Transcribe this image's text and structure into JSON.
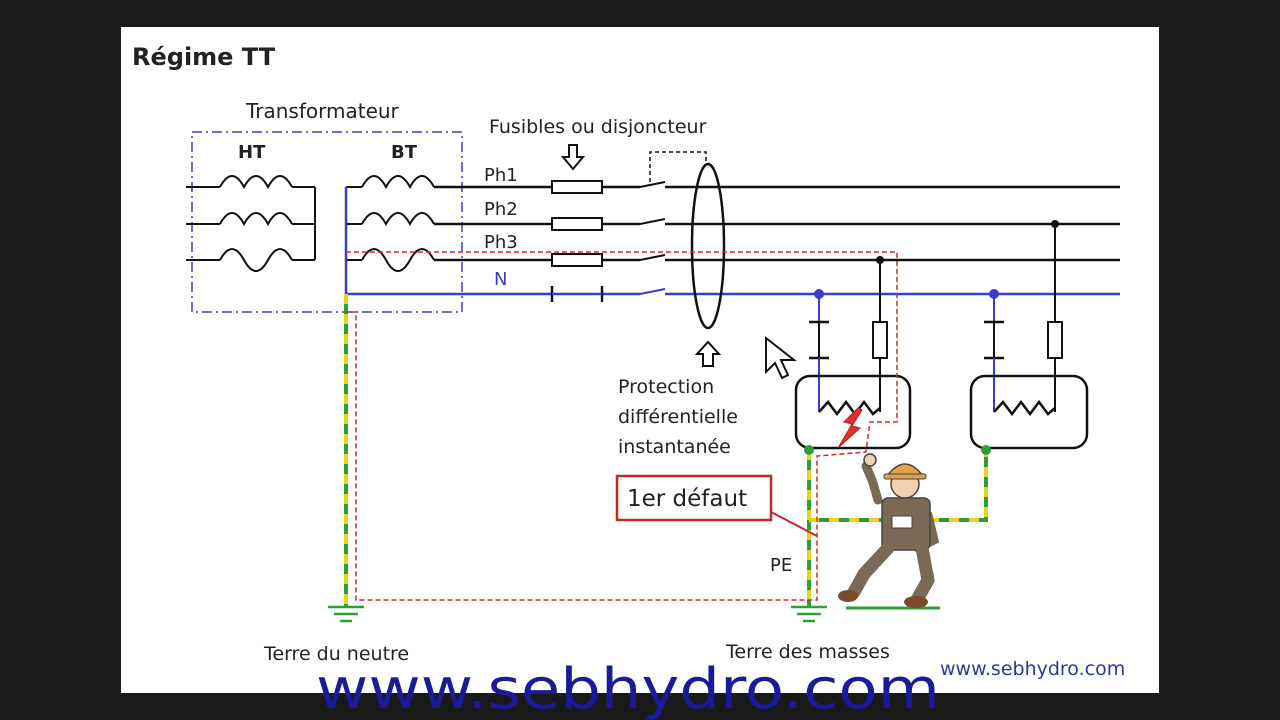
{
  "slide": {
    "title": "Régime TT"
  },
  "transformer": {
    "label": "Transformateur",
    "primary_label": "HT",
    "secondary_label": "BT"
  },
  "protection": {
    "fuses_label": "Fusibles ou disjoncteur",
    "rcd_label_line1": "Protection",
    "rcd_label_line2": "différentielle",
    "rcd_label_line3": "instantanée"
  },
  "conductors": {
    "ph1": "Ph1",
    "ph2": "Ph2",
    "ph3": "Ph3",
    "neutral": "N",
    "pe": "PE"
  },
  "fault": {
    "label": "1er défaut"
  },
  "earths": {
    "neutral_earth": "Terre du neutre",
    "frame_earth": "Terre des masses"
  },
  "watermarks": {
    "large": "www.sebhydro.com",
    "small": "www.sebhydro.com"
  },
  "colors": {
    "neutral": "#3b3bcf",
    "fault_loop": "#d62828",
    "pe_green": "#2e9e3a",
    "pe_yellow": "#e6d51c",
    "phase": "#111111",
    "fault_box": "#c0282a"
  }
}
